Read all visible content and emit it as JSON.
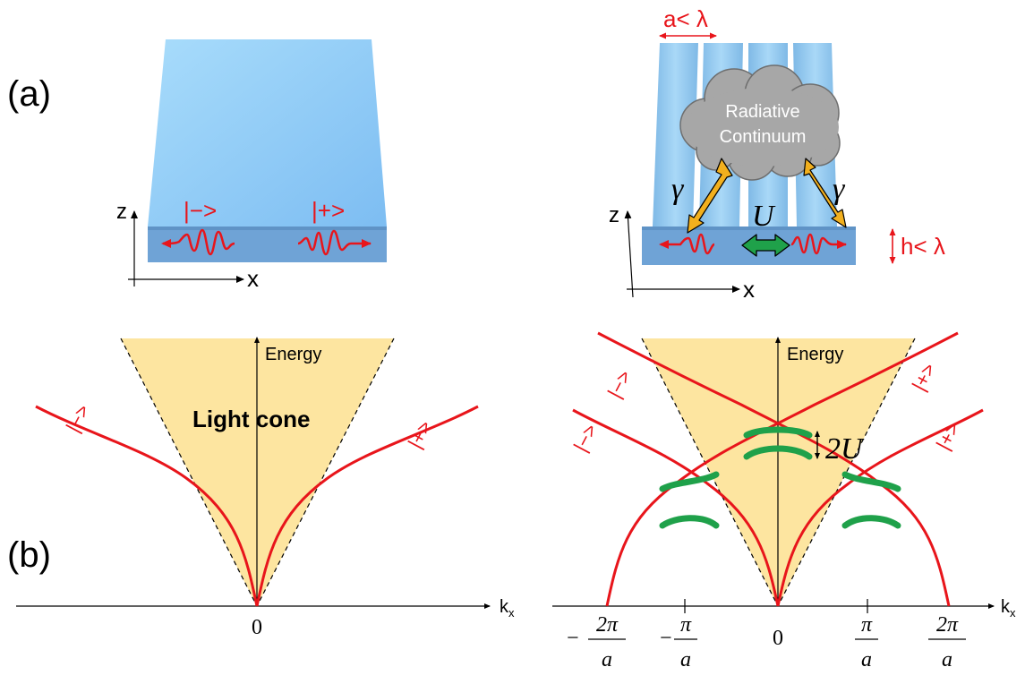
{
  "panel_a": {
    "label": "(a)",
    "left_slab": {
      "axis_z": "z",
      "axis_x": "x",
      "mode_minus": "|−>",
      "mode_plus": "|+>"
    },
    "right_grating": {
      "period_label": "a< λ",
      "height_label": "h< λ",
      "cloud_line1": "Radiative",
      "cloud_line2": "Continuum",
      "gamma_left": "γ",
      "gamma_right": "γ",
      "coupling": "U",
      "axis_z": "z",
      "axis_x": "x"
    }
  },
  "panel_b": {
    "label": "(b)",
    "left_plot": {
      "y_axis": "Energy",
      "x_axis": "k",
      "x_axis_sub": "x",
      "light_cone": "Light cone",
      "origin": "0",
      "branch_minus": "|−>",
      "branch_plus": "|+>"
    },
    "right_plot": {
      "y_axis": "Energy",
      "x_axis": "k",
      "x_axis_sub": "x",
      "gap_label": "2U",
      "branch_minus_upper": "|−>",
      "branch_minus_lower": "|−>",
      "branch_plus_upper": "|+>",
      "branch_plus_lower": "|+>",
      "ticks": [
        {
          "sign": "−",
          "num": "2π",
          "den": "a"
        },
        {
          "sign": "−",
          "num": "π",
          "den": "a"
        },
        {
          "sign": "",
          "num": "0",
          "den": ""
        },
        {
          "sign": "",
          "num": "π",
          "den": "a"
        },
        {
          "sign": "",
          "num": "2π",
          "den": "a"
        }
      ]
    }
  },
  "colors": {
    "mode_red": "#e8151b",
    "cone_fill": "#fde5a0",
    "slab_top": "#8fcaf6",
    "slab_front": "#6fa3d6",
    "coupling_green": "#1fa14a",
    "arrow_orange": "#f2b01e",
    "cloud_grey": "#a7a7a7"
  }
}
